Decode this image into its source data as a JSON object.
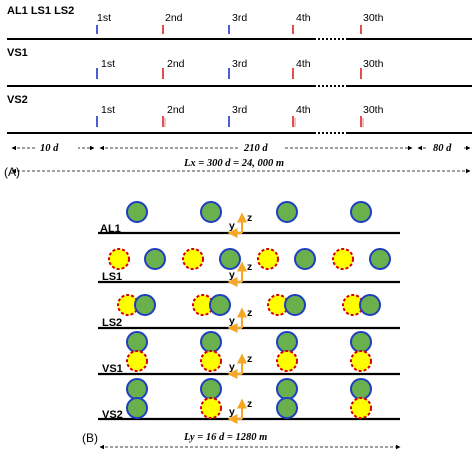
{
  "panel_a": {
    "label": "(A)",
    "row_labels": [
      "AL1 LS1 LS2",
      "VS1",
      "VS2"
    ],
    "turbine_labels": [
      "1st",
      "2nd",
      "3rd",
      "4th",
      "30th"
    ],
    "dimensions": {
      "inlet": "10 d",
      "farm": "210 d",
      "outlet": "80 d",
      "total": "Lx = 300 d = 24, 000 m"
    }
  },
  "panel_b": {
    "label": "(B)",
    "layouts": [
      "AL1",
      "LS1",
      "LS2",
      "VS1",
      "VS2"
    ],
    "axis_y": "y",
    "axis_z": "z",
    "width": "Ly = 16 d = 1280 m"
  },
  "colors": {
    "green_turbine": "#6ab04c",
    "yellow_turbine": "#ffff00",
    "blue_outline": "#1f3fbf",
    "red_outline": "#d40000",
    "axis_arrow": "#f5a623",
    "blue_marker": "#2233cc",
    "red_marker": "#dd2222"
  }
}
